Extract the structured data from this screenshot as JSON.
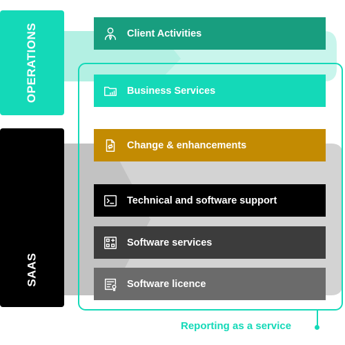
{
  "side_labels": {
    "operations": "OPERATIONS",
    "saas": "SAAS"
  },
  "services": [
    {
      "label": "Client Activities",
      "icon": "person-icon",
      "color": "#189e7f"
    },
    {
      "label": "Business Services",
      "icon": "folder-chart-icon",
      "color": "#14d9b8"
    },
    {
      "label": "Change & enhancements",
      "icon": "document-refresh-icon",
      "color": "#c38b02"
    },
    {
      "label": "Technical and software support",
      "icon": "terminal-icon",
      "color": "#000000"
    },
    {
      "label": "Software services",
      "icon": "grid-plus-icon",
      "color": "#3c3c3c"
    },
    {
      "label": "Software licence",
      "icon": "certificate-icon",
      "color": "#6b6b6b"
    }
  ],
  "reporting": {
    "caption": "Reporting as a service",
    "color": "#14d9b8"
  },
  "colors": {
    "operations": "#14d9b8",
    "operations_arrow": "#c9f5ec",
    "saas": "#000000",
    "saas_arrow": "#cfcfcf"
  }
}
